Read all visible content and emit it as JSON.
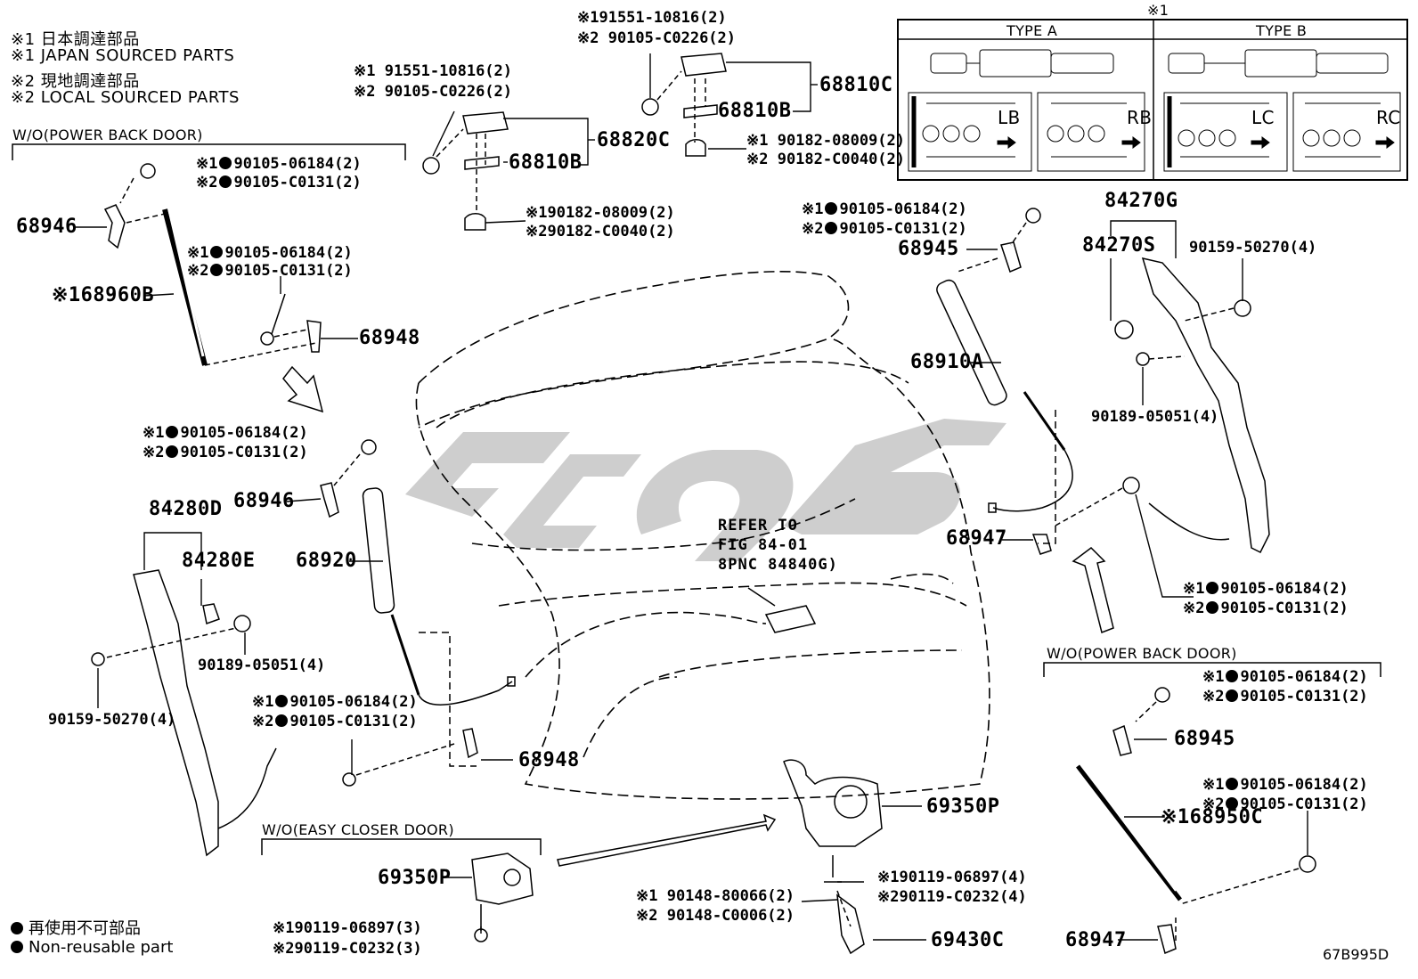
{
  "notes": [
    "※1 日本調達部品",
    "※1 JAPAN SOURCED PARTS",
    "※2 現地調達部品",
    "※2 LOCAL SOURCED PARTS"
  ],
  "sections": {
    "wo_power_back_door_left": "W/O(POWER BACK DOOR)",
    "wo_power_back_door_right": "W/O(POWER BACK DOOR)",
    "wo_easy_closer_door": "W/O(EASY CLOSER DOOR)"
  },
  "legend": {
    "jp": "再使用不可部品",
    "en": "Non-reusable part"
  },
  "diagram_code": "67B995D",
  "inset": {
    "mark": "※1",
    "type_a": "TYPE A",
    "type_b": "TYPE B",
    "lb": "LB",
    "rb": "RB",
    "lc": "LC",
    "rc": "RC"
  },
  "refer": [
    "REFER TO",
    "FIG 84-01",
    "8PNC 84840G)"
  ],
  "part_numbers": {
    "p68946a": "68946",
    "p68960b": "※168960B",
    "p68948a": "68948",
    "p68946b": "68946",
    "p84280d": "84280D",
    "p84280e": "84280E",
    "p68920": "68920",
    "p68948b": "68948",
    "p68820c": "68820C",
    "p68810b_a": "68810B",
    "p68810c": "68810C",
    "p68810b_b": "68810B",
    "p68945a": "68945",
    "p68910a": "68910A",
    "p84270g": "84270G",
    "p84270s": "84270S",
    "p68947a": "68947",
    "p69350p_a": "69350P",
    "p69350p_b": "69350P",
    "p69430c": "69430C",
    "p68945b": "68945",
    "p68950c": "※168950C",
    "p68947b": "68947"
  },
  "callouts": {
    "c_tl1_a": "※1",
    "c_tl1_b": "90105-06184(2)",
    "c_tl2_a": "※2",
    "c_tl2_b": "90105-C0131(2)",
    "c_ml1_a": "※1",
    "c_ml1_b": "90105-06184(2)",
    "c_ml2_a": "※2",
    "c_ml2_b": "90105-C0131(2)",
    "c_l31_a": "※1",
    "c_l31_b": "90105-06184(2)",
    "c_l32_a": "※2",
    "c_l32_b": "90105-C0131(2)",
    "c_top1": "※1 91551-10816(2)",
    "c_top2": "※2 90105-C0226(2)",
    "c_top3": "※191551-10816(2)",
    "c_top4": "※2 90105-C0226(2)",
    "c_mid1": "※190182-08009(2)",
    "c_mid2": "※290182-C0040(2)",
    "c_r1": "※1 90182-08009(2)",
    "c_r2": "※2 90182-C0040(2)",
    "c_90189a": "90189-05051(4)",
    "c_90159a": "90159-50270(4)",
    "c_lc1_a": "※1",
    "c_lc1_b": "90105-06184(2)",
    "c_lc2_a": "※2",
    "c_lc2_b": "90105-C0131(2)",
    "c_rt1_a": "※1",
    "c_rt1_b": "90105-06184(2)",
    "c_rt2_a": "※2",
    "c_rt2_b": "90105-C0131(2)",
    "c_90159b": "90159-50270(4)",
    "c_90189b": "90189-05051(4)",
    "c_rm1_a": "※1",
    "c_rm1_b": "90105-06184(2)",
    "c_rm2_a": "※2",
    "c_rm2_b": "90105-C0131(2)",
    "c_rb1_a": "※1",
    "c_rb1_b": "90105-06184(2)",
    "c_rb2_a": "※2",
    "c_rb2_b": "90105-C0131(2)",
    "c_rb3_a": "※1",
    "c_rb3_b": "90105-06184(2)",
    "c_rb4_a": "※2",
    "c_rb4_b": "90105-C0131(2)",
    "c_bl1": "※190119-06897(3)",
    "c_bl2": "※290119-C0232(3)",
    "c_bc1": "※1 90148-80066(2)",
    "c_bc2": "※2 90148-C0006(2)",
    "c_bc3": "※190119-06897(4)",
    "c_bc4": "※290119-C0232(4)"
  }
}
